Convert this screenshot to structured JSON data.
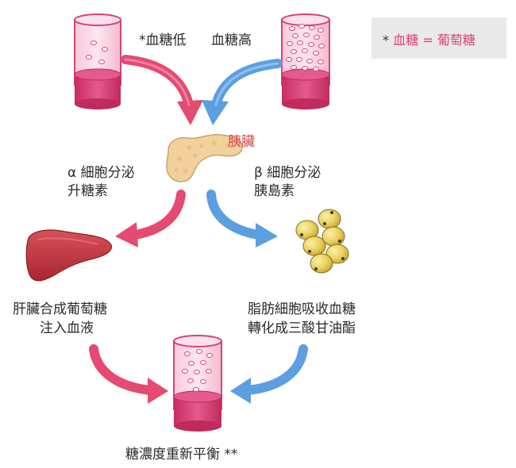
{
  "legend": {
    "asterisk": "*",
    "term": "血糖",
    "equals": "=",
    "definition": "葡萄糖"
  },
  "labels": {
    "low_sugar": "*血糖低",
    "high_sugar": "血糖高",
    "pancreas": "胰臟",
    "alpha_line1": "α 細胞分泌",
    "alpha_line2": "升糖素",
    "beta_line1": "β 細胞分泌",
    "beta_line2": "胰島素",
    "liver_line1": "肝臟合成葡萄糖",
    "liver_line2": "注入血液",
    "fat_line1": "脂肪細胞吸收血糖",
    "fat_line2": "轉化成三酸甘油酯",
    "balance": "糖濃度重新平衡 **"
  },
  "colors": {
    "red_arrow": "#e44a72",
    "blue_arrow": "#5b9fe0",
    "vessel": "#d94277",
    "pancreas": "#f2d19c",
    "liver": "#c1343d",
    "fat": "#ead36a",
    "pancreas_label": "#d24a4a"
  }
}
